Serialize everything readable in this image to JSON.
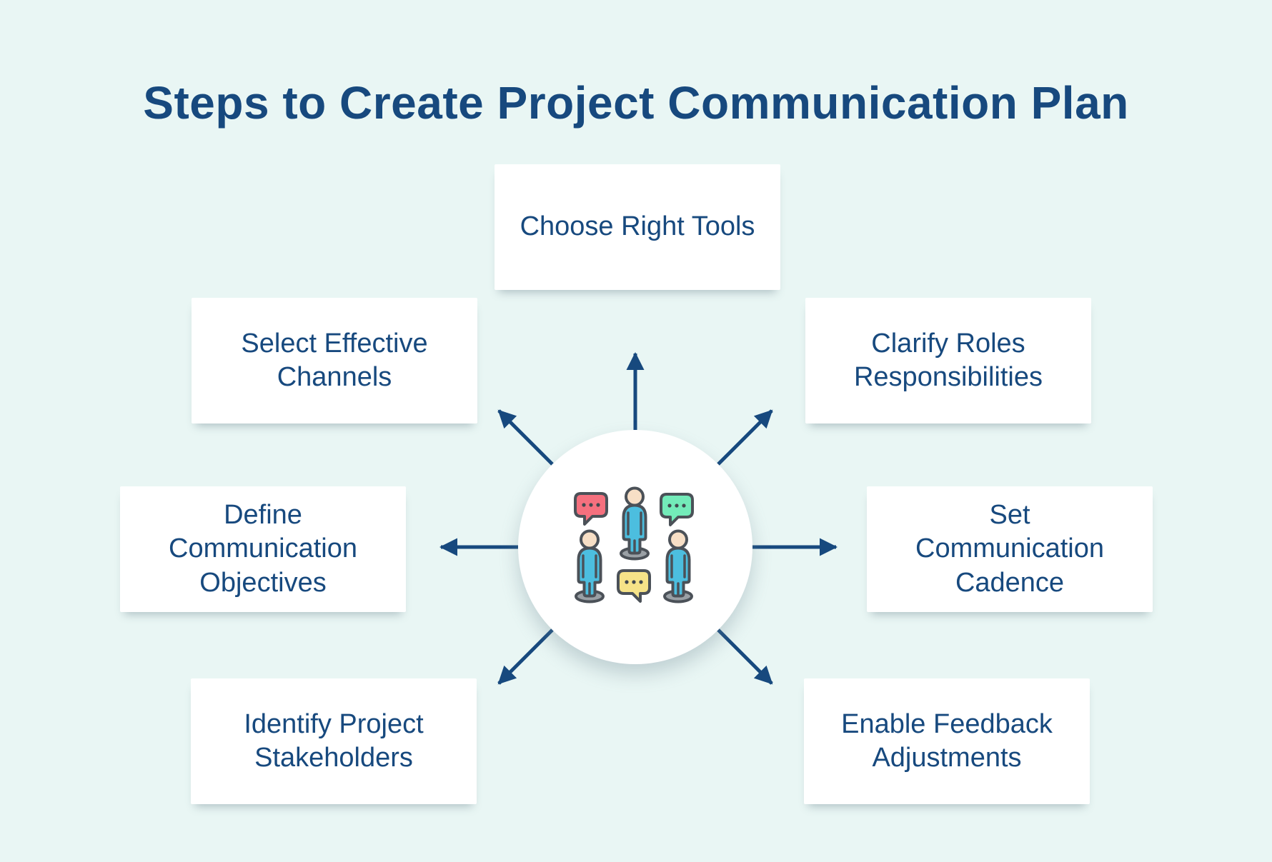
{
  "title": "Steps to Create Project Communication Plan",
  "steps": [
    {
      "id": "choose-right-tools",
      "slot": "top",
      "label": "Choose Right Tools",
      "label_lines": [
        "Choose Right Tools"
      ]
    },
    {
      "id": "select-effective-channels",
      "slot": "upper-left",
      "label": "Select Effective Channels",
      "label_lines": [
        "Select Effective",
        "Channels"
      ]
    },
    {
      "id": "clarify-roles-responsibilities",
      "slot": "upper-right",
      "label": "Clarify Roles Responsibilities",
      "label_lines": [
        "Clarify Roles",
        "Responsibilities"
      ]
    },
    {
      "id": "define-communication-objectives",
      "slot": "left",
      "label": "Define Communication Objectives",
      "label_lines": [
        "Define",
        "Communication",
        "Objectives"
      ]
    },
    {
      "id": "set-communication-cadence",
      "slot": "right",
      "label": "Set Communication Cadence",
      "label_lines": [
        "Set",
        "Communication",
        "Cadence"
      ]
    },
    {
      "id": "identify-project-stakeholders",
      "slot": "lower-left",
      "label": "Identify Project Stakeholders",
      "label_lines": [
        "Identify Project",
        "Stakeholders"
      ]
    },
    {
      "id": "enable-feedback-adjustments",
      "slot": "lower-right",
      "label": "Enable Feedback Adjustments",
      "label_lines": [
        "Enable Feedback",
        "Adjustments"
      ]
    }
  ],
  "center": {
    "icon": "people-communication-icon",
    "figures": 3,
    "speech_bubbles": [
      "red",
      "green",
      "yellow"
    ]
  },
  "arrows": [
    "up",
    "upper-left",
    "upper-right",
    "left",
    "right",
    "lower-left",
    "lower-right"
  ],
  "colors": {
    "bg": "#E9F6F4",
    "navy": "#17497E",
    "box-bg": "#FFFFFF",
    "circle-bg": "#FFFFFF",
    "icon-outline": "#4B5158",
    "icon-body": "#4CBEDF",
    "icon-skin": "#F7DFC6",
    "icon-base": "#9AA0A5",
    "bubble-red": "#F5707E",
    "bubble-green": "#73EBB9",
    "bubble-yellow": "#F6E388",
    "bubble-dot": "#41484E"
  }
}
